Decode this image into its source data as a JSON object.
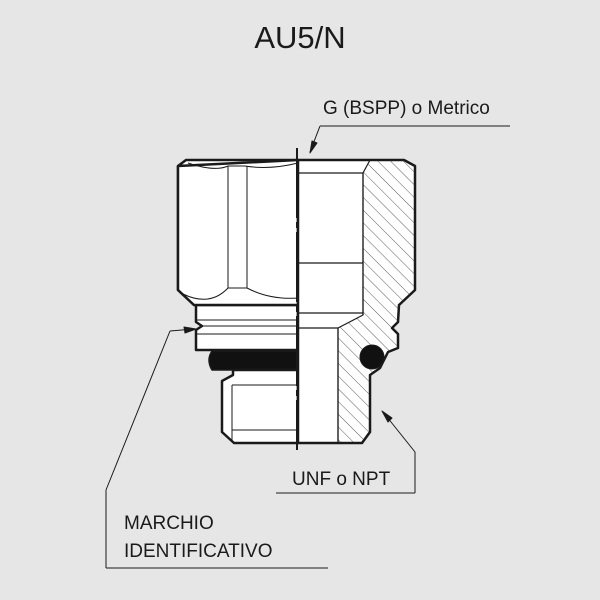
{
  "title": "AU5/N",
  "labels": {
    "top_thread": "G (BSPP) o Metrico",
    "bottom_thread": "UNF o NPT",
    "marking_line1": "MARCHIO",
    "marking_line2": "IDENTIFICATIVO"
  }
}
